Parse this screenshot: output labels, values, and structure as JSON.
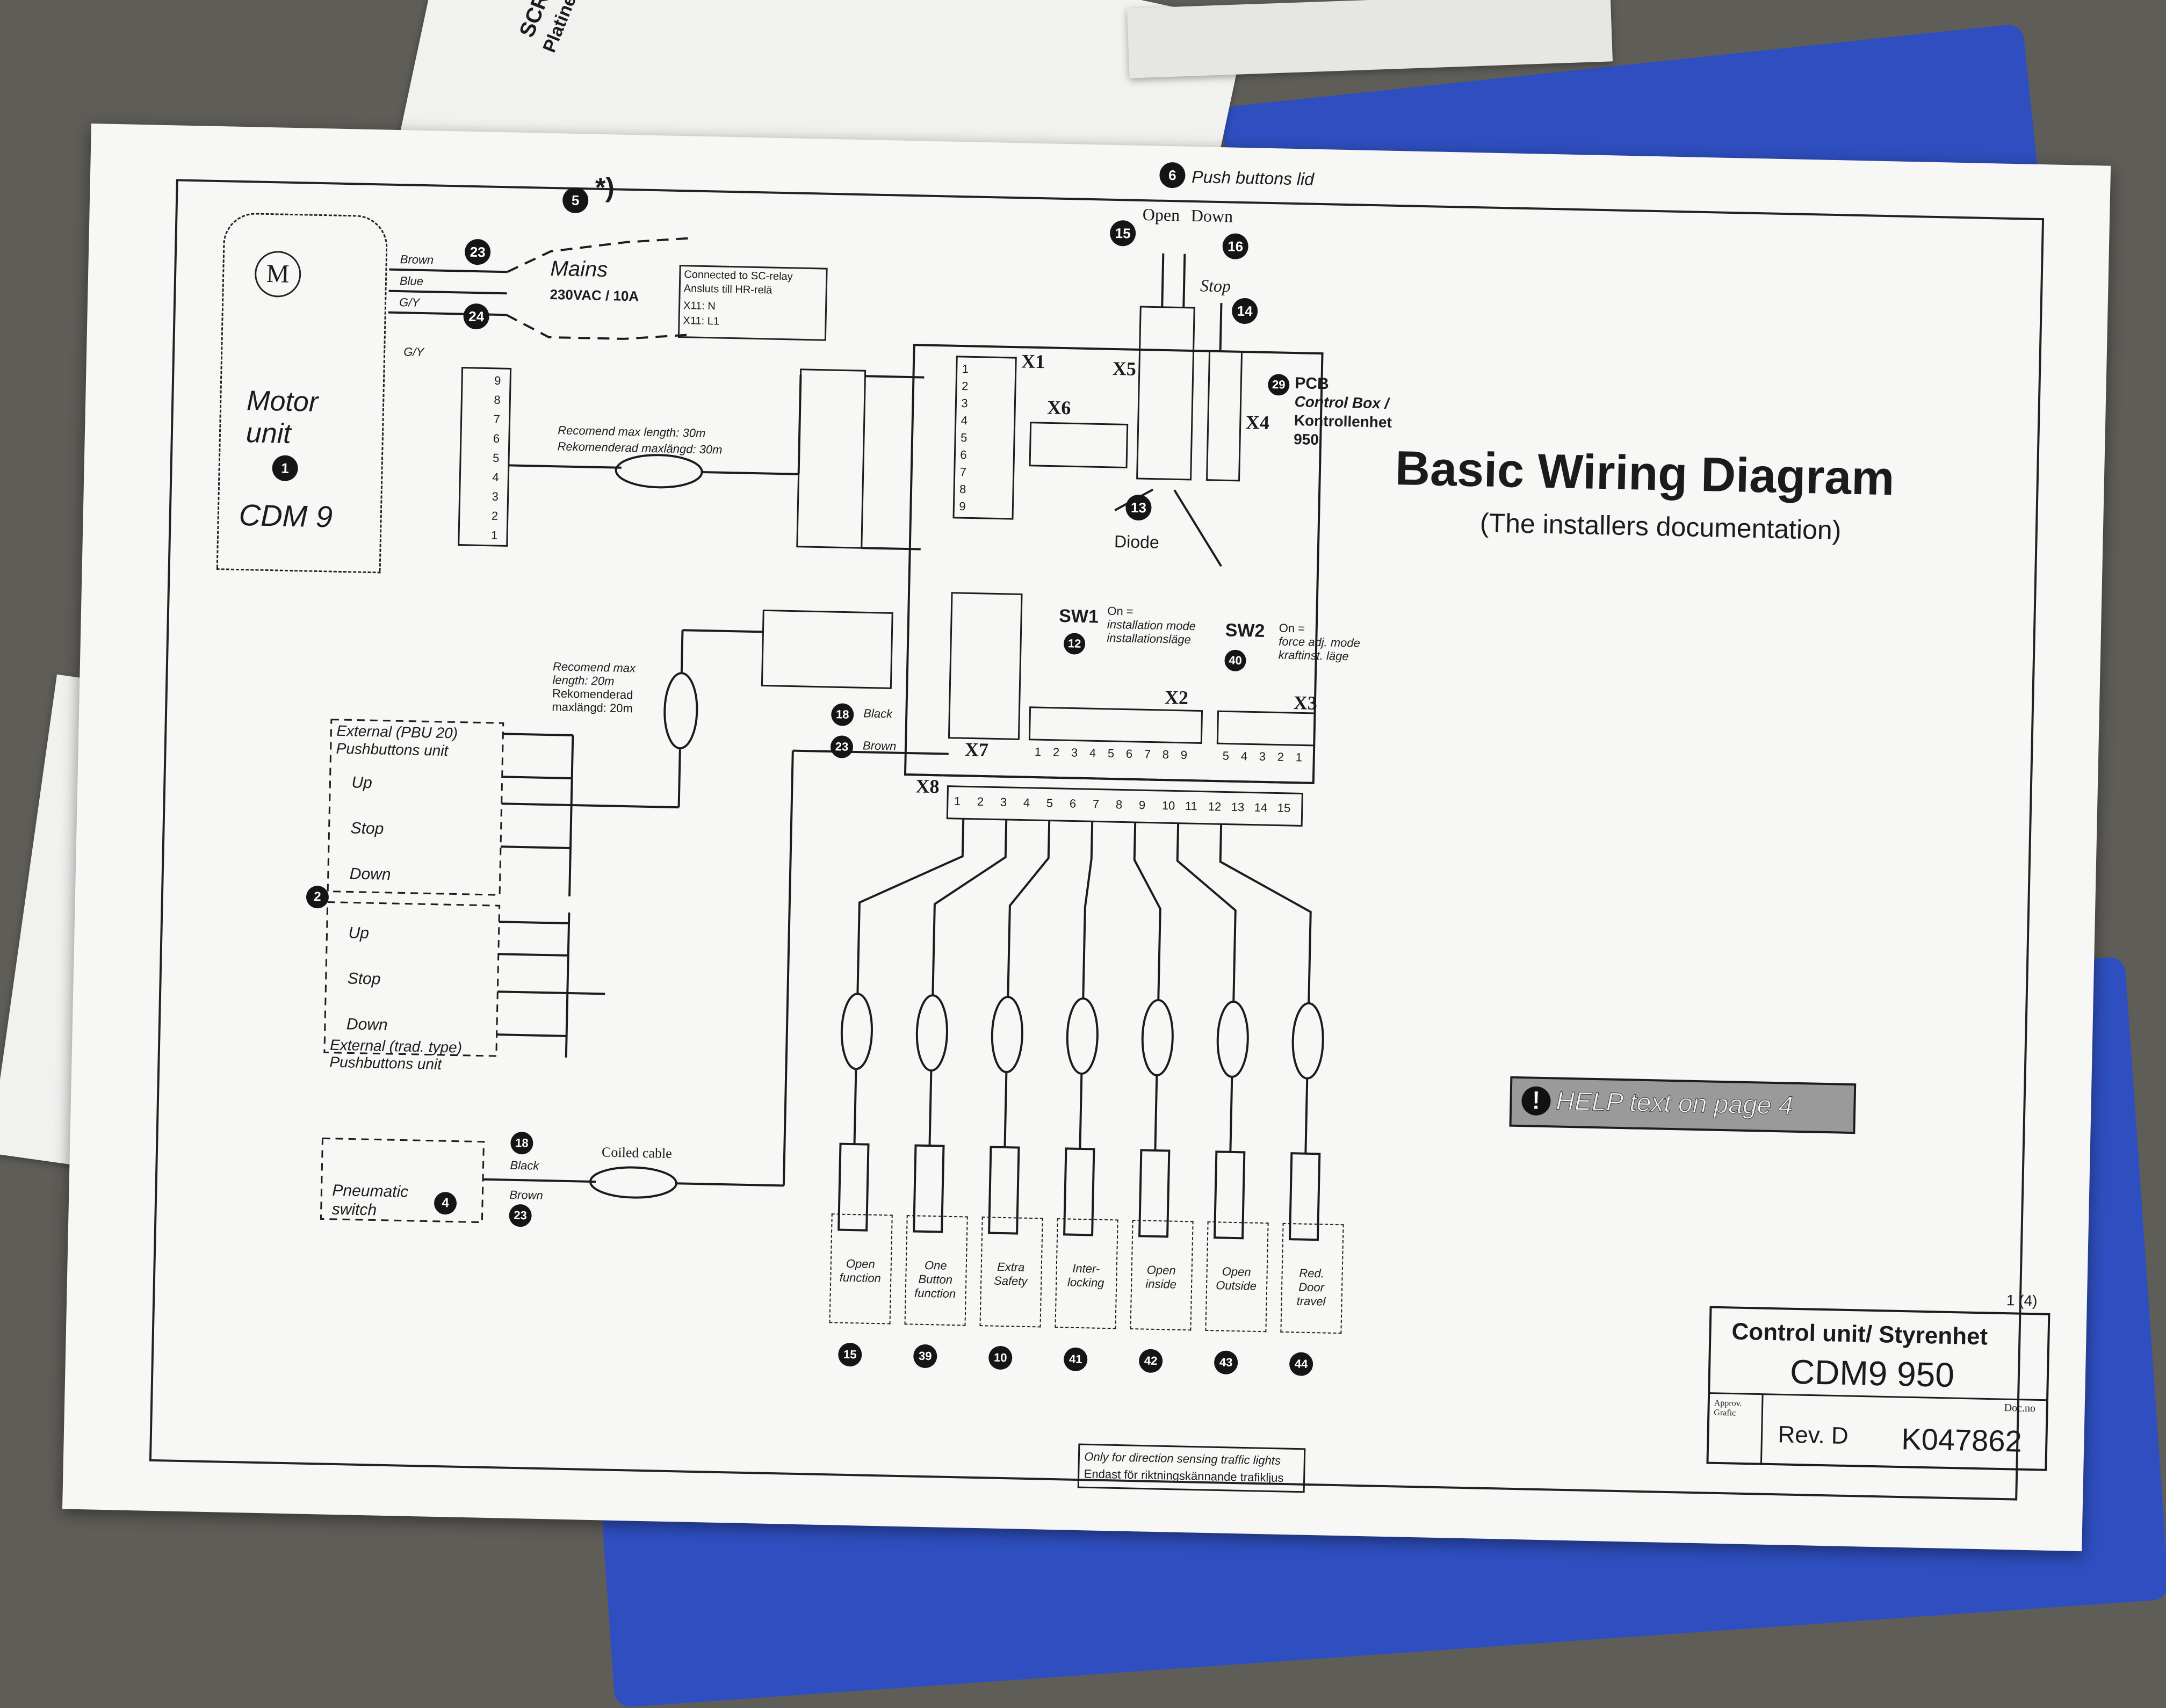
{
  "background_sheet": {
    "scr_relay_label": "SCR-relay PCB",
    "platine_label": "Platine Halbleiterrelä",
    "plus": "+"
  },
  "diagram": {
    "title": "Basic Wiring Diagram",
    "subtitle": "(The installers documentation)",
    "help_text": "HELP text on page 4",
    "page_number": "1 (4)",
    "title_block": {
      "name": "Control unit/ Styrenhet",
      "model": "CDM9 950",
      "rev": "Rev. D",
      "doc_no_label": "Doc.no",
      "doc_no": "K047862",
      "approv_label": "Approv. Grafic"
    },
    "motor": {
      "symbol": "M",
      "name": "Motor\nunit",
      "model": "CDM 9",
      "badge": "1",
      "wire_brown": "Brown",
      "wire_blue": "Blue",
      "wire_gy": "G/Y",
      "wire_gy2": "G/Y",
      "terminals": [
        "9",
        "8",
        "7",
        "6",
        "5",
        "4",
        "3",
        "2",
        "1"
      ]
    },
    "mains": {
      "badge_23": "23",
      "badge_24": "24",
      "badge_5": "5",
      "asterisk": "*)",
      "label": "Mains",
      "rating": "230VAC / 10A",
      "note_1": "Connected to SC-relay",
      "note_2": "Ansluts till HR-relä",
      "x11n": "X11: N",
      "x11l1": "X11: L1"
    },
    "cable_1": {
      "line1": "Recomend max length: 30m",
      "line2": "Rekomenderad maxlängd: 30m"
    },
    "cable_2": {
      "line1": "Recomend max",
      "line2": "length: 20m",
      "line3": "Rekomenderad",
      "line4": "maxlängd: 20m"
    },
    "pushbuttons_lid": {
      "badge": "6",
      "label": "Push buttons lid",
      "open": "Open",
      "down": "Down",
      "stop": "Stop",
      "badge_15": "15",
      "badge_16": "16",
      "badge_14": "14"
    },
    "pcb": {
      "badge": "29",
      "label": "PCB",
      "sub1": "Control Box /",
      "sub2": "Kontrollenhet",
      "sub3": "950",
      "x1": "X1",
      "x2": "X2",
      "x3": "X3",
      "x4": "X4",
      "x5": "X5",
      "x6": "X6",
      "x7": "X7",
      "x8": "X8",
      "diode": "Diode",
      "badge_13": "13",
      "sw1": "SW1",
      "sw1_on": "On =",
      "sw1_1": "installation mode",
      "sw1_2": "installationsläge",
      "badge_12": "12",
      "sw2": "SW2",
      "sw2_on": "On =",
      "sw2_1": "force adj. mode",
      "sw2_2": "kraftinst. läge",
      "badge_40": "40",
      "x1_pins": [
        "1",
        "2",
        "3",
        "4",
        "5",
        "6",
        "7",
        "8",
        "9"
      ],
      "x2_pins": [
        "1",
        "2",
        "3",
        "4",
        "5",
        "6",
        "7",
        "8",
        "9"
      ],
      "x3_pins": [
        "5",
        "4",
        "3",
        "2",
        "1"
      ],
      "x8_pins": [
        "1",
        "2",
        "3",
        "4",
        "5",
        "6",
        "7",
        "8",
        "9",
        "10",
        "11",
        "12",
        "13",
        "14",
        "15"
      ]
    },
    "ext_pbu": {
      "title1": "External (PBU 20)",
      "title2": "Pushbuttons unit",
      "up": "Up",
      "stop": "Stop",
      "down": "Down",
      "badge": "2"
    },
    "ext_trad": {
      "up": "Up",
      "stop": "Stop",
      "down": "Down",
      "title1": "External (trad. type)",
      "title2": "Pushbuttons unit"
    },
    "pneumatic": {
      "label1": "Pneumatic",
      "label2": "switch",
      "badge": "4",
      "black": "Black",
      "brown": "Brown",
      "badge_18": "18",
      "badge_23": "23",
      "coiled": "Coiled cable"
    },
    "x7_wires": {
      "black": "Black",
      "brown": "Brown",
      "badge_18": "18",
      "badge_23": "23"
    },
    "functions": [
      {
        "label": "Open\nfunction",
        "badge": "15"
      },
      {
        "label": "One\nButton\nfunction",
        "badge": "39"
      },
      {
        "label": "Extra\nSafety",
        "badge": "10"
      },
      {
        "label": "Inter-\nlocking",
        "badge": "41"
      },
      {
        "label": "Open\ninside",
        "badge": "42"
      },
      {
        "label": "Open\nOutside",
        "badge": "43"
      },
      {
        "label": "Red.\nDoor\ntravel",
        "badge": "44"
      }
    ],
    "traffic_note_1": "Only for direction sensing traffic lights",
    "traffic_note_2": "Endast för riktningskännande trafikljus"
  }
}
